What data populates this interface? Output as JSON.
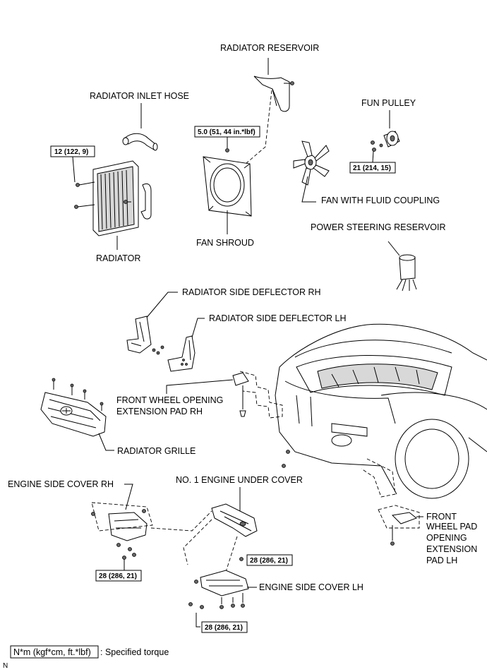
{
  "labels": {
    "radiator_reservoir": "RADIATOR RESERVOIR",
    "radiator_inlet_hose": "RADIATOR INLET HOSE",
    "fun_pulley": "FUN PULLEY",
    "radiator": "RADIATOR",
    "fan_shroud": "FAN SHROUD",
    "fan_with_fluid_coupling": "FAN WITH FLUID COUPLING",
    "power_steering_reservoir": "POWER STEERING RESERVOIR",
    "radiator_side_deflector_rh": "RADIATOR SIDE DEFLECTOR RH",
    "radiator_side_deflector_lh": "RADIATOR SIDE DEFLECTOR LH",
    "front_wheel_opening_pad_rh_1": "FRONT WHEEL OPENING",
    "front_wheel_opening_pad_rh_2": "EXTENSION PAD RH",
    "radiator_grille": "RADIATOR GRILLE",
    "engine_side_cover_rh": "ENGINE SIDE COVER RH",
    "no1_engine_under_cover": "NO. 1 ENGINE UNDER COVER",
    "front_wheel_pad_lh_1": "FRONT",
    "front_wheel_pad_lh_2": "WHEEL PAD",
    "front_wheel_pad_lh_3": "OPENING",
    "front_wheel_pad_lh_4": "EXTENSION",
    "front_wheel_pad_lh_5": "PAD LH",
    "engine_side_cover_lh": "ENGINE SIDE COVER LH"
  },
  "torques": {
    "radiator": "12 (122, 9)",
    "fan_shroud": "5.0 (51, 44 in.*lbf)",
    "fun_pulley": "21 (214, 15)",
    "under_cover": "28 (286, 21)",
    "side_cover_rh": "28 (286, 21)",
    "side_cover_lh": "28 (286, 21)"
  },
  "legend": {
    "unit": "N*m (kgf*cm, ft.*lbf)",
    "text": ": Specified torque"
  },
  "corner_mark": "N"
}
